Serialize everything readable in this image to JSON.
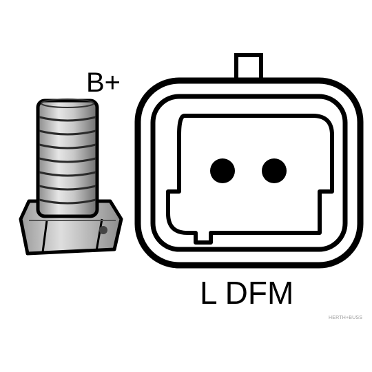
{
  "terminal_label": "B+",
  "connector_pins_label": "L DFM",
  "watermark_text": "HERTH+BUSS",
  "icons": {
    "bolt": "threaded-stud-terminal",
    "connector": "two-pin-plug-connector"
  },
  "colors": {
    "line": "#000000",
    "background": "#ffffff",
    "metal_light": "#d8d8d8",
    "metal_dark": "#7a7a7a",
    "watermark": "#9a9a9a"
  }
}
